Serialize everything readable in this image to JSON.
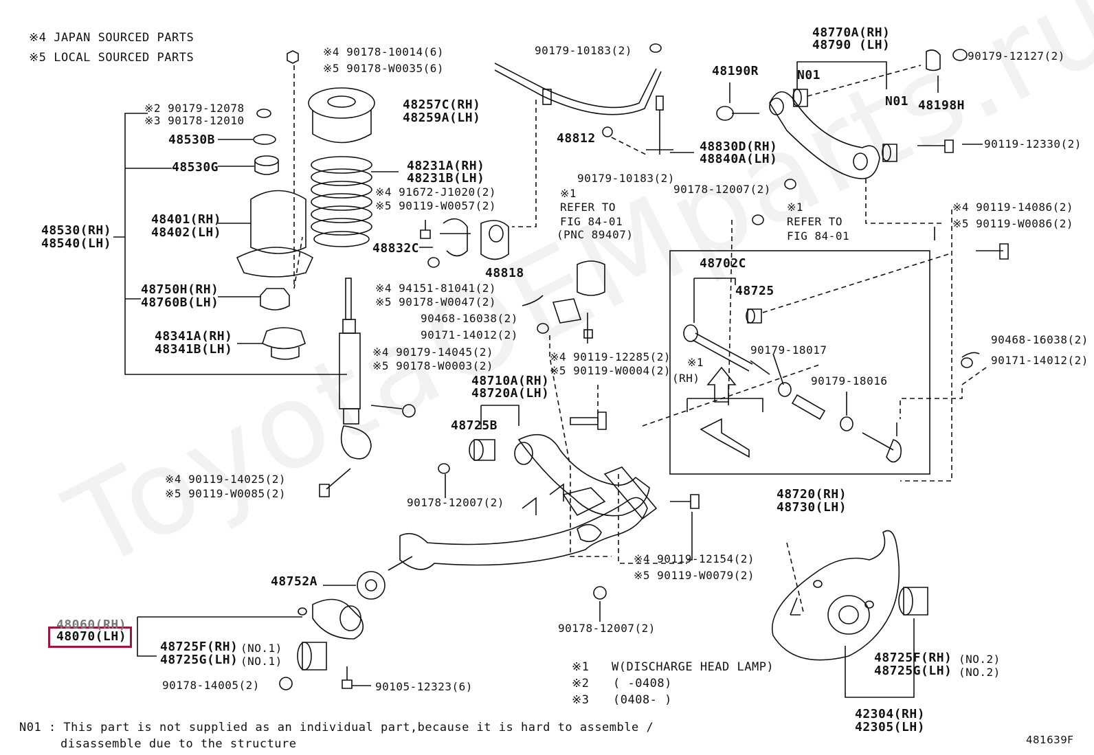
{
  "legend": {
    "line1": "※4 JAPAN SOURCED PARTS",
    "line2": "※5 LOCAL SOURCED PARTS"
  },
  "watermark": "ToyotaOEMparts.ru",
  "highlight_color": "#a0153e",
  "highlighted_part": "48070 (LH)",
  "labels": {
    "l01": "※4 90178-10014(6)",
    "l02": "※5 90178-W0035(6)",
    "l03": "90179-10183(2)",
    "l04": "48770A(RH)",
    "l05": "48790 (LH)",
    "l06": "90179-12127(2)",
    "l07": "※2 90179-12078",
    "l08": "※3 90178-12010",
    "l09": "48257C(RH)",
    "l10": "48259A(LH)",
    "l11": "48190R",
    "l12": "N01",
    "l13": "N01",
    "l14": "48198H",
    "l15": "48530B",
    "l16": "48812",
    "l17": "48830D(RH)",
    "l18": "48840A(LH)",
    "l19": "90119-12330(2)",
    "l20": "48530G",
    "l21": "48231A(RH)",
    "l22": "48231B(LH)",
    "l23": "90179-10183(2)",
    "l24": "90178-12007(2)",
    "l25": "※4 91672-J1020(2)",
    "l26": "※5 90119-W0057(2)",
    "l27": "※1",
    "l28": "REFER TO",
    "l29": "FIG 84-01",
    "l30": "(PNC 89407)",
    "l31": "※1",
    "l32": "REFER TO",
    "l33": "FIG 84-01",
    "l34": "※4 90119-14086(2)",
    "l35": "※5 90119-W0086(2)",
    "l36": "48530(RH)",
    "l37": "48540(LH)",
    "l38": "48401(RH)",
    "l39": "48402(LH)",
    "l40": "48832C",
    "l41": "48818",
    "l42": "48702C",
    "l43": "48725",
    "l44": "48750H(RH)",
    "l45": "48760B(LH)",
    "l46": "※4 94151-81041(2)",
    "l47": "※5 90178-W0047(2)",
    "l48": "90468-16038(2)",
    "l49": "90171-14012(2)",
    "l50": "48341A(RH)",
    "l51": "48341B(LH)",
    "l52": "※4 90179-14045(2)",
    "l53": "※5 90178-W0003(2)",
    "l54": "90179-18017",
    "l55": "90468-16038(2)",
    "l56": "90171-14012(2)",
    "l57": "※4 90119-12285(2)",
    "l58": "※5 90119-W0004(2)",
    "l59": "※1",
    "l60": "(RH)",
    "l61": "90179-18016",
    "l62": "48710A(RH)",
    "l63": "48720A(LH)",
    "l64": "48725B",
    "l65": "※4 90119-14025(2)",
    "l66": "※5 90119-W0085(2)",
    "l67": "90178-12007(2)",
    "l68": "48720(RH)",
    "l69": "48730(LH)",
    "l70": "※4 90119-12154(2)",
    "l71": "※5 90119-W0079(2)",
    "l72": "48752A",
    "l73": "48060(RH)",
    "l74": "48070(LH)",
    "l75": "90178-12007(2)",
    "l76": "48725F(RH)",
    "l77": "(NO.1)",
    "l78": "48725G(LH)",
    "l79": "(NO.1)",
    "l80": "48725F(RH)",
    "l81": "(NO.2)",
    "l82": "48725G(LH)",
    "l83": "(NO.2)",
    "l84": "90178-14005(2)",
    "l85": "90105-12323(6)",
    "l86": "42304(RH)",
    "l87": "42305(LH)",
    "l88": "481639F"
  },
  "footnotes": {
    "f1_mark": "※1",
    "f1_text": "W(DISCHARGE HEAD LAMP)",
    "f2_mark": "※2",
    "f2_text": "(     -0408)",
    "f3_mark": "※3",
    "f3_text": "(0408-     )",
    "n01_line1": "N01 : This part is not supplied as an individual part,because it is hard to assemble /",
    "n01_line2": "disassemble due to the structure"
  }
}
